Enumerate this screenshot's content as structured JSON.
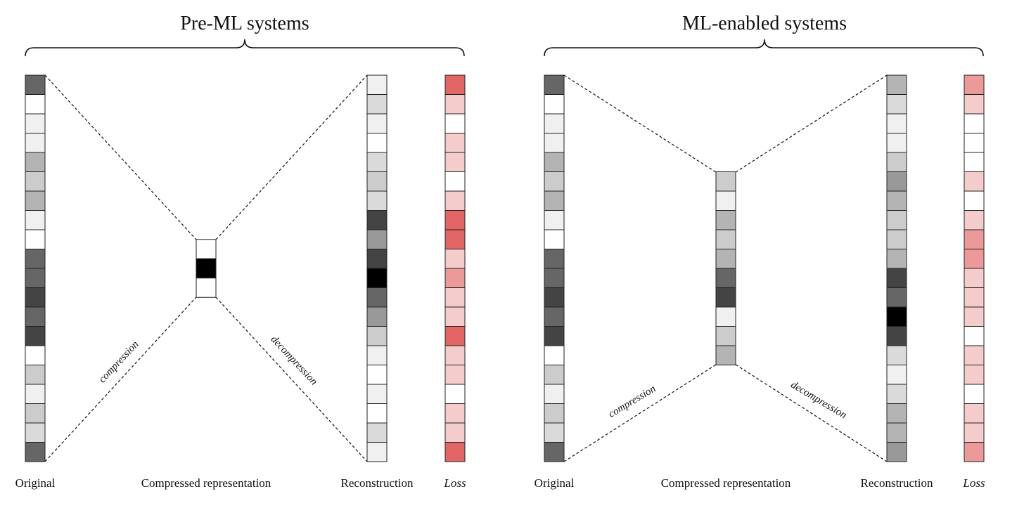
{
  "panels": [
    {
      "id": "pre-ml",
      "title": "Pre-ML systems",
      "labels": {
        "original": "Original",
        "compressed": "Compressed representation",
        "reconstruction": "Reconstruction",
        "loss": "Loss",
        "compression": "compression",
        "decompression": "decompression"
      },
      "original": [
        "#666666",
        "#ffffff",
        "#f0f0f0",
        "#f0f0f0",
        "#b4b4b4",
        "#cccccc",
        "#b4b4b4",
        "#f0f0f0",
        "#ffffff",
        "#666666",
        "#666666",
        "#444444",
        "#666666",
        "#444444",
        "#ffffff",
        "#cccccc",
        "#f0f0f0",
        "#cccccc",
        "#dadada",
        "#666666"
      ],
      "compressed": [
        "#ffffff",
        "#000000",
        "#ffffff"
      ],
      "reconstruction": [
        "#f0f0f0",
        "#dadada",
        "#f0f0f0",
        "#ffffff",
        "#dadada",
        "#cccccc",
        "#dadada",
        "#444444",
        "#999999",
        "#444444",
        "#000000",
        "#666666",
        "#999999",
        "#cccccc",
        "#f0f0f0",
        "#ffffff",
        "#f0f0f0",
        "#ffffff",
        "#dadada",
        "#f0f0f0"
      ],
      "loss": [
        "#e36666",
        "#f5cccc",
        "#ffffff",
        "#f5cccc",
        "#f5cccc",
        "#ffffff",
        "#f5cccc",
        "#e36666",
        "#e36666",
        "#f5cccc",
        "#eb9999",
        "#f5cccc",
        "#f5cccc",
        "#e36666",
        "#f5cccc",
        "#f5cccc",
        "#ffffff",
        "#f5cccc",
        "#f5cccc",
        "#e36666"
      ]
    },
    {
      "id": "ml-enabled",
      "title": "ML-enabled systems",
      "labels": {
        "original": "Original",
        "compressed": "Compressed representation",
        "reconstruction": "Reconstruction",
        "loss": "Loss",
        "compression": "compression",
        "decompression": "decompression"
      },
      "original": [
        "#666666",
        "#ffffff",
        "#f0f0f0",
        "#f0f0f0",
        "#b4b4b4",
        "#cccccc",
        "#b4b4b4",
        "#f0f0f0",
        "#ffffff",
        "#666666",
        "#666666",
        "#444444",
        "#666666",
        "#444444",
        "#ffffff",
        "#cccccc",
        "#f0f0f0",
        "#cccccc",
        "#dadada",
        "#666666"
      ],
      "compressed": [
        "#cccccc",
        "#f0f0f0",
        "#b4b4b4",
        "#cccccc",
        "#b4b4b4",
        "#666666",
        "#444444",
        "#f0f0f0",
        "#cccccc",
        "#b4b4b4"
      ],
      "reconstruction": [
        "#b4b4b4",
        "#dadada",
        "#f0f0f0",
        "#f0f0f0",
        "#cccccc",
        "#999999",
        "#b4b4b4",
        "#cccccc",
        "#cccccc",
        "#b4b4b4",
        "#444444",
        "#666666",
        "#000000",
        "#444444",
        "#dadada",
        "#f0f0f0",
        "#dadada",
        "#b4b4b4",
        "#b4b4b4",
        "#999999"
      ],
      "loss": [
        "#eb9999",
        "#f5cccc",
        "#ffffff",
        "#ffffff",
        "#ffffff",
        "#f5cccc",
        "#ffffff",
        "#f5cccc",
        "#eb9999",
        "#eb9999",
        "#f5cccc",
        "#f5cccc",
        "#f5cccc",
        "#ffffff",
        "#f5cccc",
        "#f5cccc",
        "#ffffff",
        "#f5cccc",
        "#f5cccc",
        "#eb9999"
      ]
    }
  ]
}
